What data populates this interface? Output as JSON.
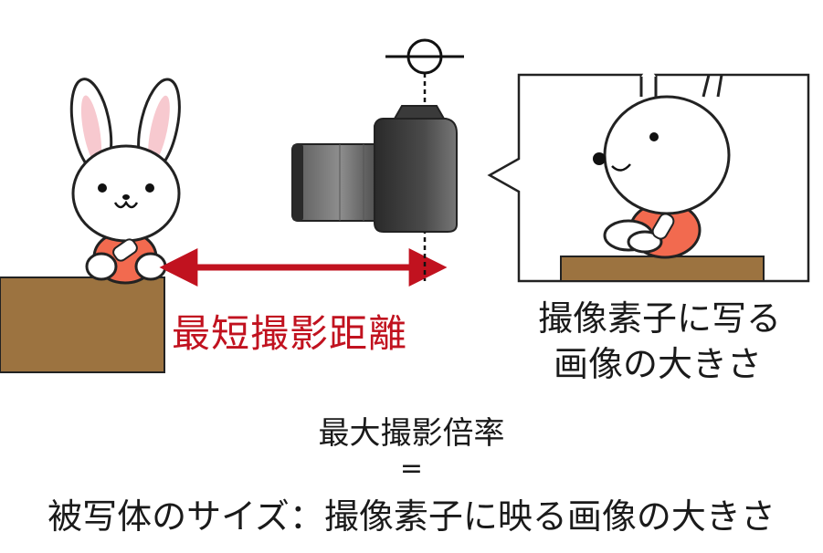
{
  "labels": {
    "min_focus_distance": "最短撮影距離",
    "sensor_image_line1": "撮像素子に写る",
    "sensor_image_line2": "画像の大きさ",
    "max_magnification": "最大撮影倍率",
    "equals": "=",
    "formula": "被写体のサイズ：撮像素子に映る画像の大きさ"
  },
  "colors": {
    "arrow": "#c1121f",
    "box": "#9c7340",
    "shirt": "#f26a4f",
    "ear_inner": "#f7c9cf",
    "camera_dark": "#3a3a3a",
    "camera_light": "#8c8c8c"
  },
  "icons": {
    "rabbit": "rabbit-character-icon",
    "camera": "camera-icon",
    "sensor_plane": "focal-plane-mark-icon"
  }
}
